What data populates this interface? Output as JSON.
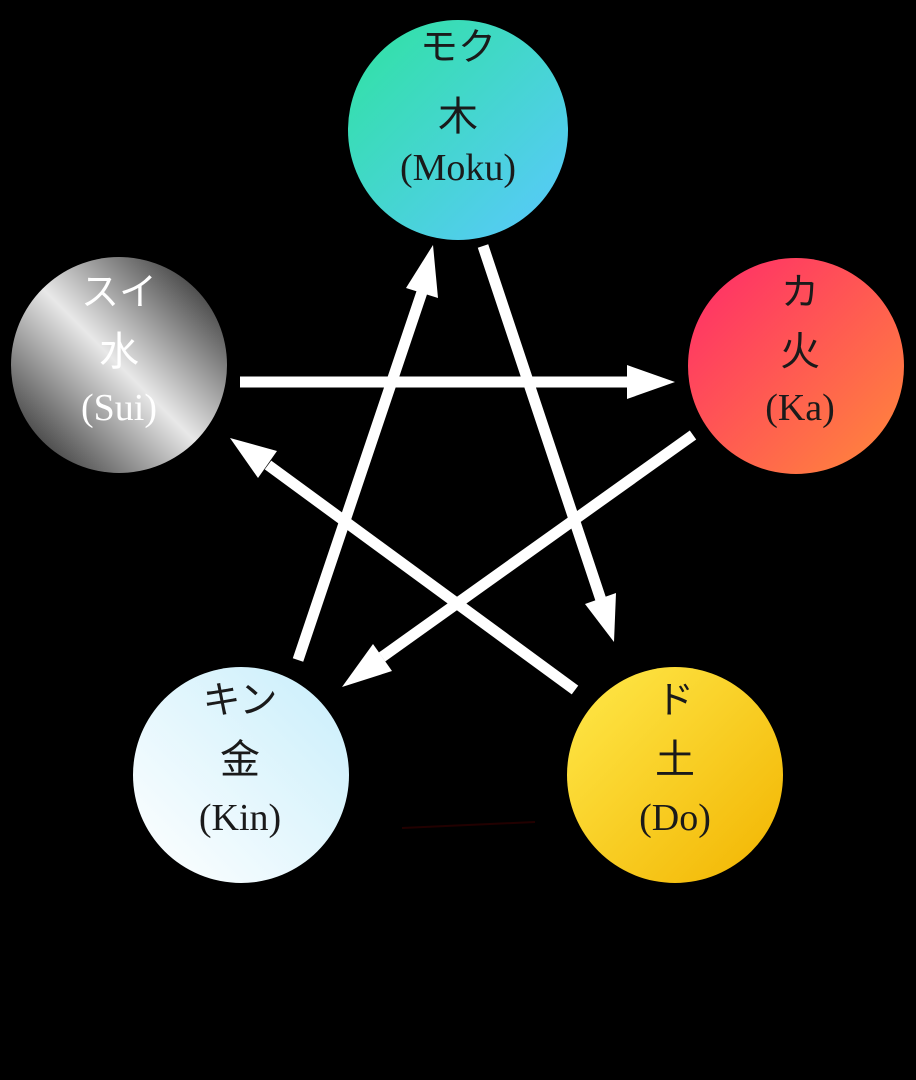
{
  "elements": [
    {
      "id": "moku",
      "kana": "モク",
      "kanji": "木",
      "romaji": "(Moku)",
      "gradient": [
        "#2fe3a0",
        "#5ac8ff"
      ],
      "text_color": "#1a1a1a"
    },
    {
      "id": "ka",
      "kana": "カ",
      "kanji": "火",
      "romaji": "(Ka)",
      "gradient": [
        "#ff2a6a",
        "#ff8a3a"
      ],
      "text_color": "#1a1a1a"
    },
    {
      "id": "do",
      "kana": "ド",
      "kanji": "土",
      "romaji": "(Do)",
      "gradient": [
        "#ffe94a",
        "#f2b400"
      ],
      "text_color": "#1a1a1a"
    },
    {
      "id": "kin",
      "kana": "キン",
      "kanji": "金",
      "romaji": "(Kin)",
      "gradient": [
        "#c8eefb",
        "#ffffff"
      ],
      "text_color": "#1a1a1a"
    },
    {
      "id": "sui",
      "kana": "スイ",
      "kanji": "水",
      "romaji": "(Sui)",
      "gradient": [
        "#111111",
        "#e8e8e8"
      ],
      "text_color": "#ffffff"
    }
  ],
  "arrows": [
    {
      "from": "sui",
      "to": "ka"
    },
    {
      "from": "ka",
      "to": "kin"
    },
    {
      "from": "kin",
      "to": "moku"
    },
    {
      "from": "moku",
      "to": "do"
    },
    {
      "from": "do",
      "to": "sui"
    }
  ],
  "colors": {
    "background": "#000000",
    "arrow": "#ffffff"
  }
}
